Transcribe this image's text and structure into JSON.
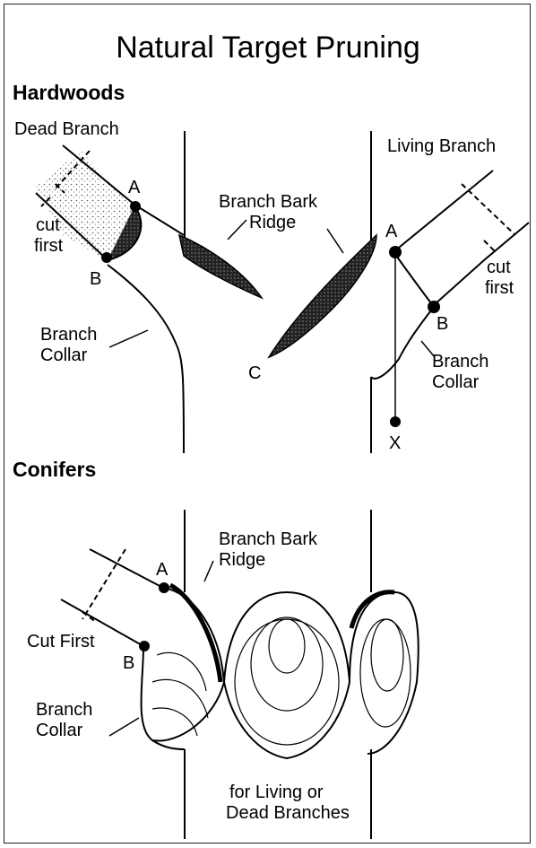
{
  "title": "Natural Target Pruning",
  "hardwoods": {
    "heading": "Hardwoods",
    "dead_branch": "Dead Branch",
    "cut_first_1": "cut",
    "cut_first_2": "first",
    "point_a": "A",
    "point_b": "B",
    "branch_collar_1": "Branch",
    "branch_collar_2": "Collar",
    "branch_bark_ridge_1": "Branch Bark",
    "branch_bark_ridge_2": "Ridge",
    "living_branch": "Living Branch",
    "living_a": "A",
    "living_b": "B",
    "living_c": "C",
    "living_x": "X",
    "living_cut_1": "cut",
    "living_cut_2": "first",
    "living_collar_1": "Branch",
    "living_collar_2": "Collar"
  },
  "conifers": {
    "heading": "Conifers",
    "branch_bark_ridge_1": "Branch Bark",
    "branch_bark_ridge_2": "Ridge",
    "point_a": "A",
    "point_b": "B",
    "cut_first": "Cut First",
    "branch_collar_1": "Branch",
    "branch_collar_2": "Collar",
    "caption_1": "for Living or",
    "caption_2": "Dead Branches"
  }
}
